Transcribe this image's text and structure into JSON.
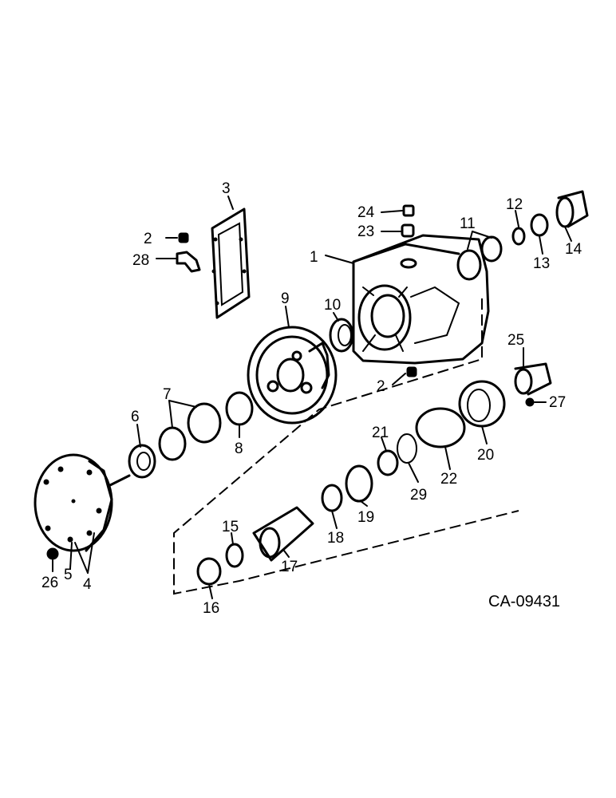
{
  "diagram": {
    "callouts": [
      "1",
      "2",
      "2",
      "3",
      "4",
      "5",
      "6",
      "7",
      "8",
      "9",
      "10",
      "11",
      "12",
      "13",
      "14",
      "15",
      "16",
      "17",
      "18",
      "19",
      "20",
      "21",
      "22",
      "23",
      "24",
      "25",
      "26",
      "27",
      "28",
      "29"
    ],
    "drawing_code": "CA-09431"
  }
}
